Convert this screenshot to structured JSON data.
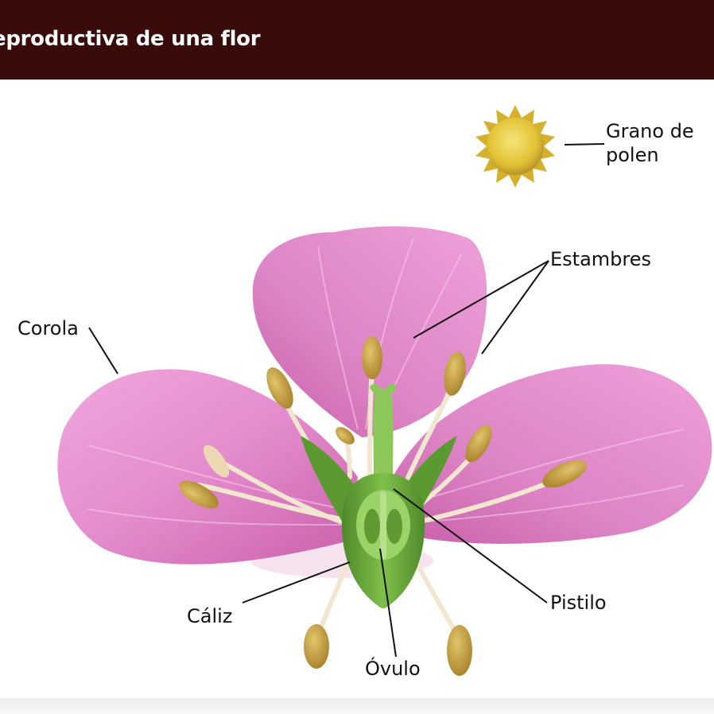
{
  "header": {
    "title": "eproductiva de una flor",
    "background_color": "#3a0b0b"
  },
  "diagram": {
    "labels": {
      "pollen_line1": "Grano de",
      "pollen_line2": "polen",
      "stamens": "Estambres",
      "corolla": "Corola",
      "pistil": "Pistilo",
      "calyx": "Cáliz",
      "ovule": "Óvulo"
    },
    "colors": {
      "petal": "#e48ccd",
      "petal_dark": "#c25ea8",
      "sepal": "#6aa63a",
      "pistil": "#8cc75a",
      "anther": "#c9a23e",
      "filament": "#f1e6cf",
      "pollen": "#e8c83a",
      "leader_line": "#111111"
    }
  }
}
